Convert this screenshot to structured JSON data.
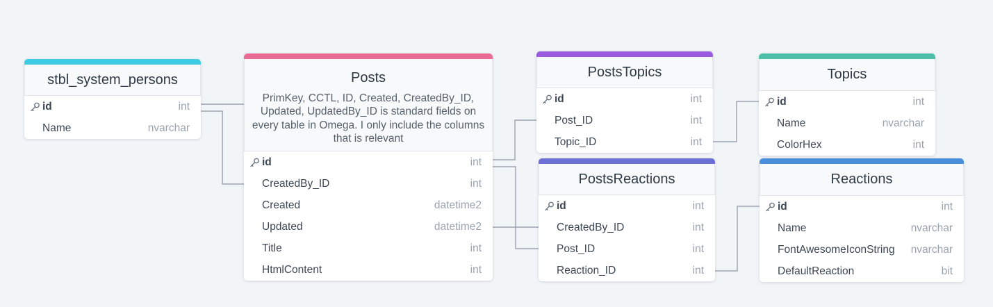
{
  "colors": {
    "background": "#f2f5f8",
    "connector": "#8a94a3"
  },
  "tables": {
    "persons": {
      "color": "#3fcbe3",
      "name": "stbl_system_persons",
      "columns": [
        {
          "name": "id",
          "type": "int",
          "pk": true
        },
        {
          "name": "Name",
          "type": "nvarchar"
        }
      ]
    },
    "posts": {
      "color": "#ea6c95",
      "name": "Posts",
      "note": "PrimKey, CCTL, ID, Created, CreatedBy_ID, Updated, UpdatedBy_ID is standard fields on every table in Omega. I only include the columns that is relevant",
      "columns": [
        {
          "name": "id",
          "type": "int",
          "pk": true
        },
        {
          "name": "CreatedBy_ID",
          "type": "int"
        },
        {
          "name": "Created",
          "type": "datetime2"
        },
        {
          "name": "Updated",
          "type": "datetime2"
        },
        {
          "name": "Title",
          "type": "int"
        },
        {
          "name": "HtmlContent",
          "type": "int"
        }
      ]
    },
    "postsTopics": {
      "color": "#9b5de0",
      "name": "PostsTopics",
      "columns": [
        {
          "name": "id",
          "type": "int",
          "pk": true
        },
        {
          "name": "Post_ID",
          "type": "int"
        },
        {
          "name": "Topic_ID",
          "type": "int"
        }
      ]
    },
    "postsReactions": {
      "color": "#6b6fd6",
      "name": "PostsReactions",
      "columns": [
        {
          "name": "id",
          "type": "int",
          "pk": true
        },
        {
          "name": "CreatedBy_ID",
          "type": "int"
        },
        {
          "name": "Post_ID",
          "type": "int"
        },
        {
          "name": "Reaction_ID",
          "type": "int"
        }
      ]
    },
    "topics": {
      "color": "#4dbfa8",
      "name": "Topics",
      "columns": [
        {
          "name": "id",
          "type": "int",
          "pk": true
        },
        {
          "name": "Name",
          "type": "nvarchar"
        },
        {
          "name": "ColorHex",
          "type": "int"
        }
      ]
    },
    "reactions": {
      "color": "#4a8fdc",
      "name": "Reactions",
      "columns": [
        {
          "name": "id",
          "type": "int",
          "pk": true
        },
        {
          "name": "Name",
          "type": "nvarchar"
        },
        {
          "name": "FontAwesomeIconString",
          "type": "nvarchar"
        },
        {
          "name": "DefaultReaction",
          "type": "bit"
        }
      ]
    }
  }
}
